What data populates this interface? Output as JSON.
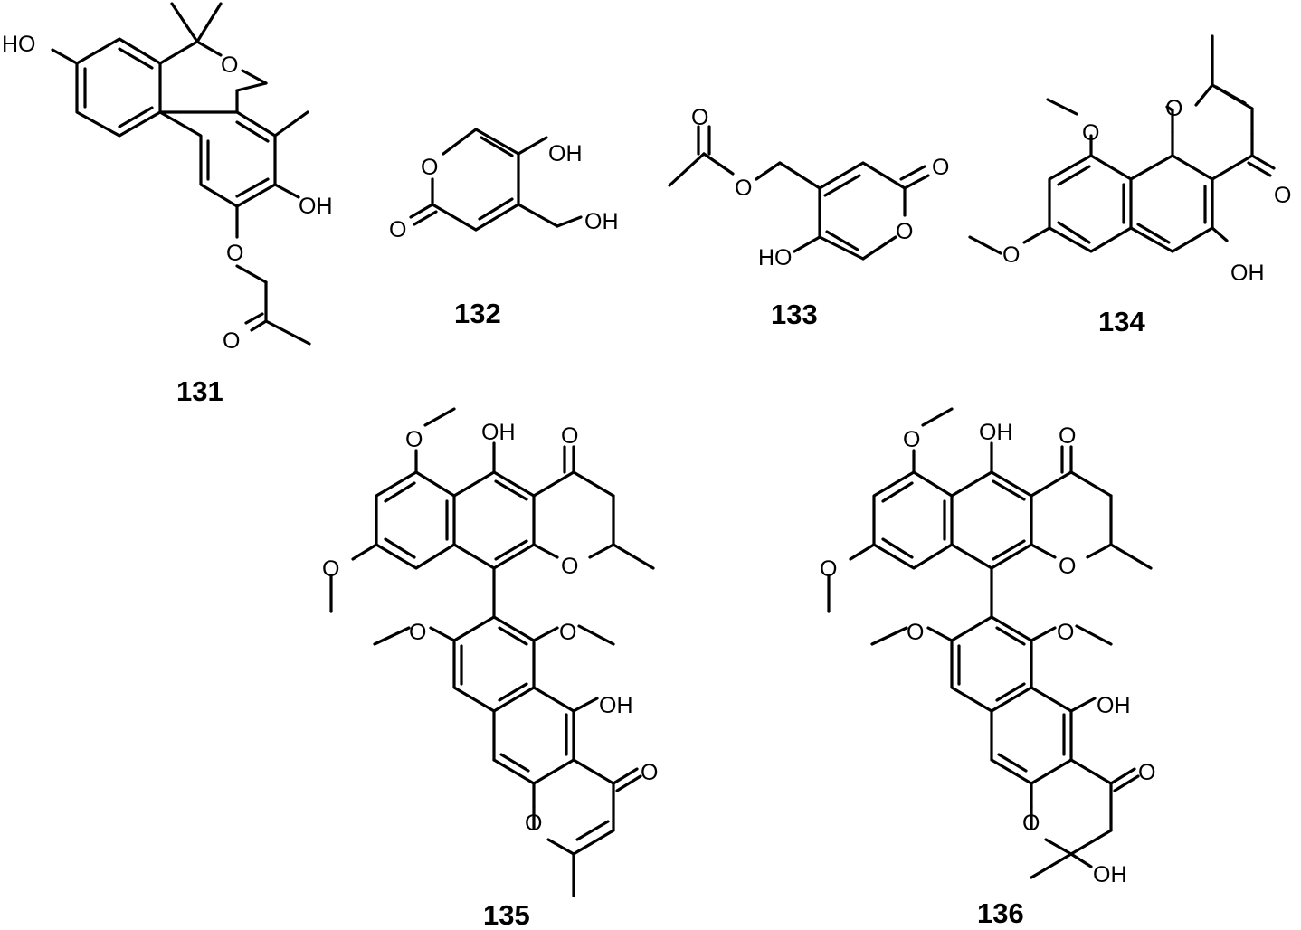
{
  "compounds": [
    {
      "id": "131",
      "atoms": {
        "oh_left": "HO",
        "ring_o": "O",
        "oh_right": "OH",
        "ether_o": "O",
        "keto_o": "O"
      }
    },
    {
      "id": "132",
      "atoms": {
        "ring_o": "O",
        "keto_o": "O",
        "oh_ring": "OH",
        "oh_ch2": "OH"
      }
    },
    {
      "id": "133",
      "atoms": {
        "acyl_o": "O",
        "ester_o": "O",
        "ring_o": "O",
        "keto_o": "O",
        "oh": "HO"
      }
    },
    {
      "id": "134",
      "atoms": {
        "ome_top": "O",
        "ring_o": "O",
        "keto_o": "O",
        "ome_bottom": "O",
        "oh": "OH"
      }
    },
    {
      "id": "135",
      "atoms": {
        "ome_1": "O",
        "oh_top": "OH",
        "keto_top": "O",
        "ome_2": "O",
        "ring_o_top": "O",
        "ome_3": "O",
        "ome_4": "O",
        "oh_bottom": "OH",
        "keto_bottom": "O",
        "ring_o_bottom": "O"
      }
    },
    {
      "id": "136",
      "atoms": {
        "ome_1": "O",
        "oh_top": "OH",
        "keto_top": "O",
        "ome_2": "O",
        "ring_o_top": "O",
        "ome_3": "O",
        "ome_4": "O",
        "oh_bottom": "OH",
        "keto_bottom": "O",
        "ring_o_bottom": "O",
        "oh_ketal": "OH"
      }
    }
  ]
}
